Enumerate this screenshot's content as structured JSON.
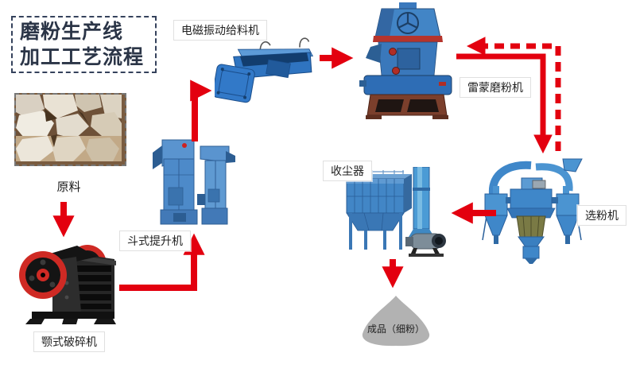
{
  "title": {
    "line1": "磨粉生产线",
    "line2": "加工工艺流程"
  },
  "nodes": {
    "raw_material": {
      "label": "原料"
    },
    "jaw_crusher": {
      "label": "颚式破碎机"
    },
    "bucket_elevator": {
      "label": "斗式提升机"
    },
    "vibrating_feeder": {
      "label": "电磁振动给料机"
    },
    "raymond_mill": {
      "label": "雷蒙磨粉机"
    },
    "classifier": {
      "label": "选粉机"
    },
    "dust_collector": {
      "label": "收尘器"
    },
    "finished_product": {
      "label": "成品（细粉）"
    }
  },
  "flow_sequence": [
    "原料",
    "颚式破碎机",
    "斗式提升机",
    "电磁振动给料机",
    "雷蒙磨粉机",
    "选粉机",
    "收尘器",
    "成品（细粉）"
  ],
  "return_flow": {
    "from": "选粉机",
    "to": "雷蒙磨粉机",
    "style": "dashed"
  },
  "illustrations": {
    "raw_material": "limestone-rocks-photo",
    "jaw_crusher": "jaw-crusher-illustration",
    "bucket_elevator": "bucket-elevator-illustration",
    "vibrating_feeder": "electromagnetic-vibrating-feeder-illustration",
    "raymond_mill": "raymond-mill-illustration",
    "classifier": "powder-classifier-cyclone-illustration",
    "dust_collector": "baghouse-dust-collector-illustration",
    "finished_product": "powder-pile-shape"
  },
  "colors": {
    "arrow_red": "#e3000f",
    "machine_blue": "#3f87c9",
    "crusher_red": "#cf2a24",
    "title_text": "#2b3547",
    "product_gray": "#b2b2b2",
    "label_border": "#e0e0e0"
  }
}
